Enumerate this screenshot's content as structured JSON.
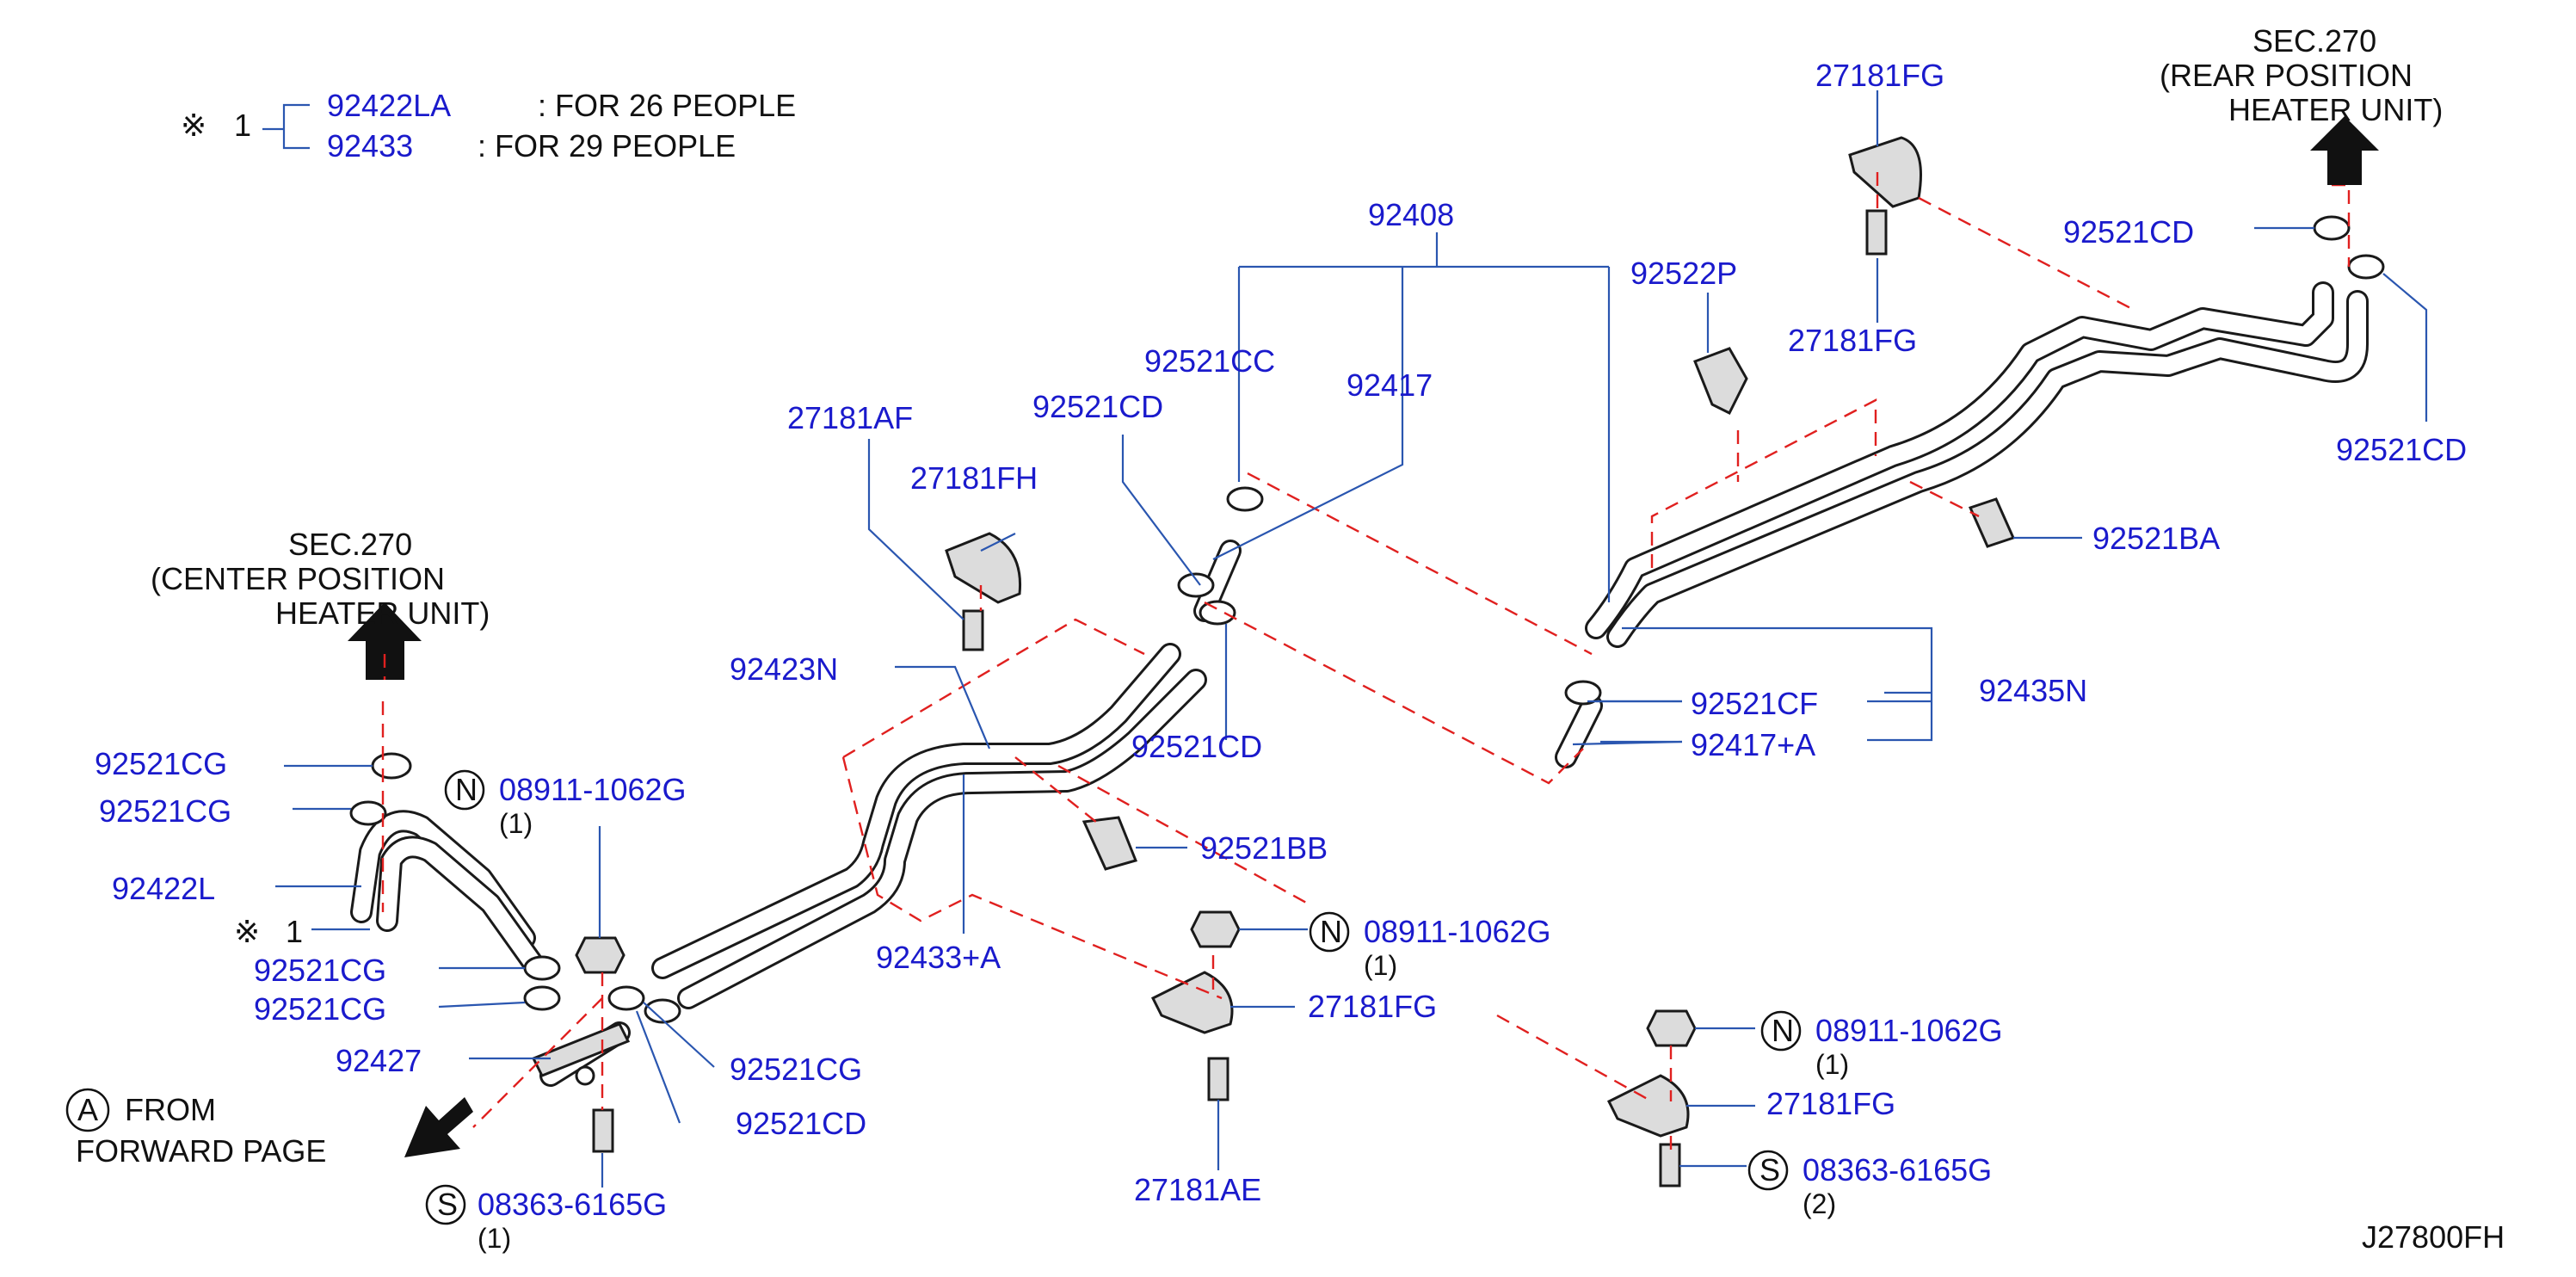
{
  "note": {
    "symbol": "※",
    "index": "1",
    "rows": [
      {
        "part": "92422LA",
        "desc": ": FOR  26  PEOPLE"
      },
      {
        "part": "92433",
        "desc": ": FOR  29  PEOPLE"
      }
    ]
  },
  "sections": {
    "center": {
      "line1": "SEC.270",
      "line2": "(CENTER  POSITION",
      "line3": "HEATER  UNIT)"
    },
    "rear": {
      "line1": "SEC.270",
      "line2": "(REAR  POSITION",
      "line3": "HEATER  UNIT)"
    }
  },
  "from_note": {
    "letter": "A",
    "line1": "FROM",
    "line2": "FORWARD  PAGE"
  },
  "labels": {
    "p27181fg_top": "27181FG",
    "p92521cd_rt1": "92521CD",
    "p27181fg_mid": "27181FG",
    "p92521cd_rt2": "92521CD",
    "p92408": "92408",
    "p92522p": "92522P",
    "p92521cc": "92521CC",
    "p92417": "92417",
    "p92521cd_a": "92521CD",
    "p27181af": "27181AF",
    "p27181fh": "27181FH",
    "p92521ba": "92521BA",
    "p92423n": "92423N",
    "p92521cd_b": "92521CD",
    "p92521cf": "92521CF",
    "p92435n": "92435N",
    "p92417a": "92417+A",
    "p92521cg_1": "92521CG",
    "p92521cg_2": "92521CG",
    "p92422l": "92422L",
    "p92521cg_3": "92521CG",
    "p92521cg_4": "92521CG",
    "p92427": "92427",
    "p92521cg_5": "92521CG",
    "p92521cd_c": "92521CD",
    "p92521bb": "92521BB",
    "p92433a": "92433+A",
    "p27181fg_c": "27181FG",
    "p27181ae": "27181AE",
    "p27181fg_d": "27181FG"
  },
  "star_note": {
    "symbol": "※",
    "index": "1"
  },
  "callouts": {
    "n1": {
      "letter": "N",
      "part": "08911-1062G",
      "qty": "(1)"
    },
    "n2": {
      "letter": "N",
      "part": "08911-1062G",
      "qty": "(1)"
    },
    "n3": {
      "letter": "N",
      "part": "08911-1062G",
      "qty": "(1)"
    },
    "s1": {
      "letter": "S",
      "part": "08363-6165G",
      "qty": "(1)"
    },
    "s2": {
      "letter": "S",
      "part": "08363-6165G",
      "qty": "(2)"
    }
  },
  "diagram_code": "J27800FH",
  "colors": {
    "label": "#1a1acc",
    "leader": "#2a56b0",
    "dashed": "#e0201f",
    "ink": "#111111"
  }
}
